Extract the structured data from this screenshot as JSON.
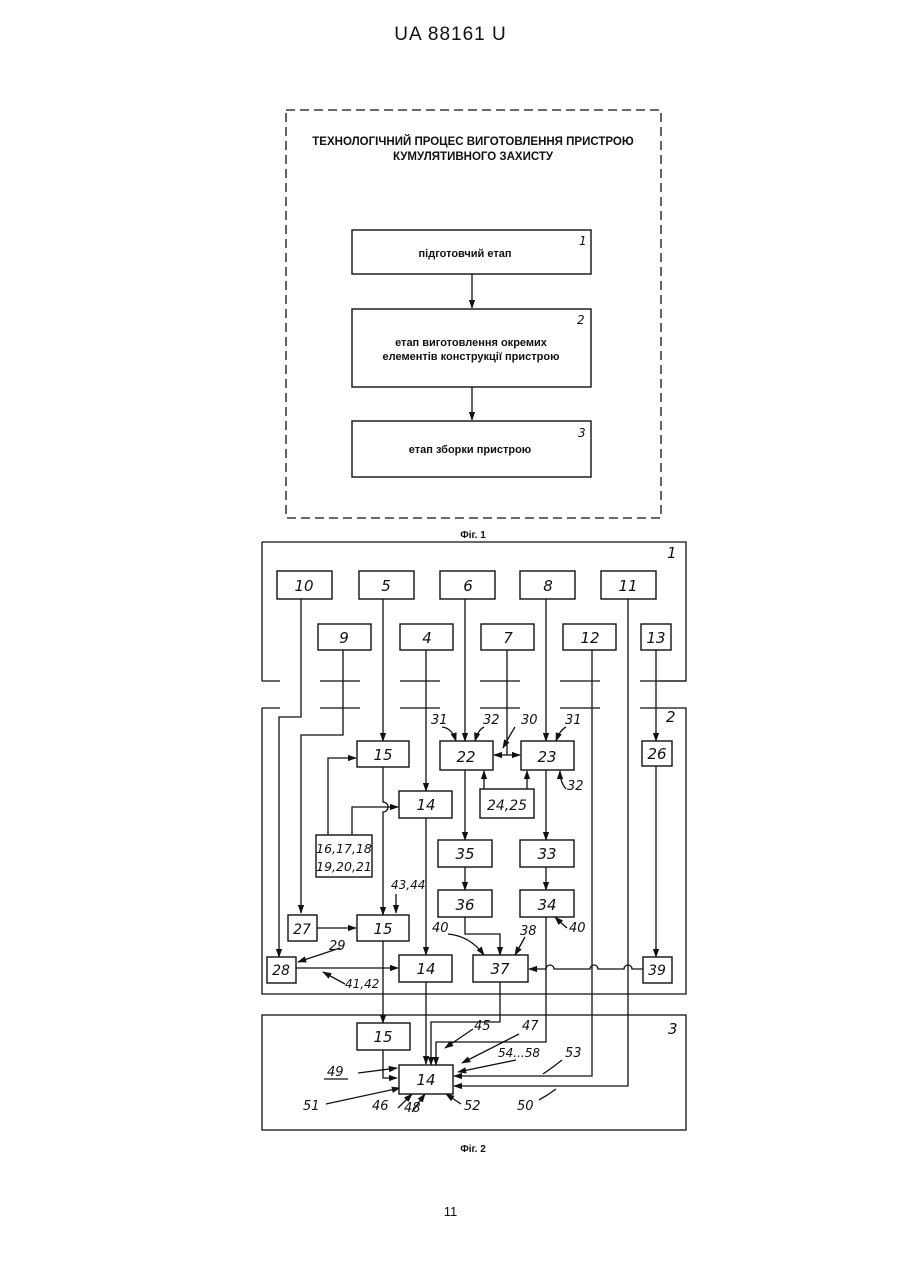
{
  "page": {
    "header": "UA   88161   U",
    "page_number": "11"
  },
  "fig1": {
    "title_line1": "ТЕХНОЛОГІЧНИЙ ПРОЦЕС ВИГОТОВЛЕННЯ ПРИСТРОЮ",
    "title_line2": "КУМУЛЯТИВНОГО ЗАХИСТУ",
    "stages": [
      {
        "num": "1",
        "line1": "підготовчий етап",
        "line2": ""
      },
      {
        "num": "2",
        "line1": "етап виготовлення окремих",
        "line2": "елементів конструкції пристрою"
      },
      {
        "num": "3",
        "line1": "етап зборки пристрою",
        "line2": ""
      }
    ],
    "caption": "Фіг. 1"
  },
  "fig2": {
    "caption": "Фіг. 2",
    "stage_labels": [
      "1",
      "2",
      "3"
    ],
    "blocks": {
      "b10": "10",
      "b5": "5",
      "b6": "6",
      "b8": "8",
      "b11": "11",
      "b9": "9",
      "b4": "4",
      "b7": "7",
      "b12": "12",
      "b13": "13",
      "b15a": "15",
      "b22": "22",
      "b23": "23",
      "b26": "26",
      "b14a": "14",
      "b2425": "24,25",
      "b16_line1": "16,17,18",
      "b16_line2": "19,20,21",
      "b35": "35",
      "b33": "33",
      "b36": "36",
      "b34": "34",
      "b27": "27",
      "b15b": "15",
      "b28": "28",
      "b14b": "14",
      "b37": "37",
      "b39": "39",
      "b15c": "15",
      "b14c": "14"
    },
    "labels": {
      "l31a": "31",
      "l32a": "32",
      "l30": "30",
      "l31b": "31",
      "l32b": "32",
      "l4344": "43,44",
      "l29": "29",
      "l4142": "41,42",
      "l40a": "40",
      "l38": "38",
      "l40b": "40",
      "l45": "45",
      "l47": "47",
      "l5458": "54...58",
      "l53": "53",
      "l49": "49",
      "l51": "51",
      "l46": "46",
      "l48": "48",
      "l52": "52",
      "l50": "50"
    }
  }
}
